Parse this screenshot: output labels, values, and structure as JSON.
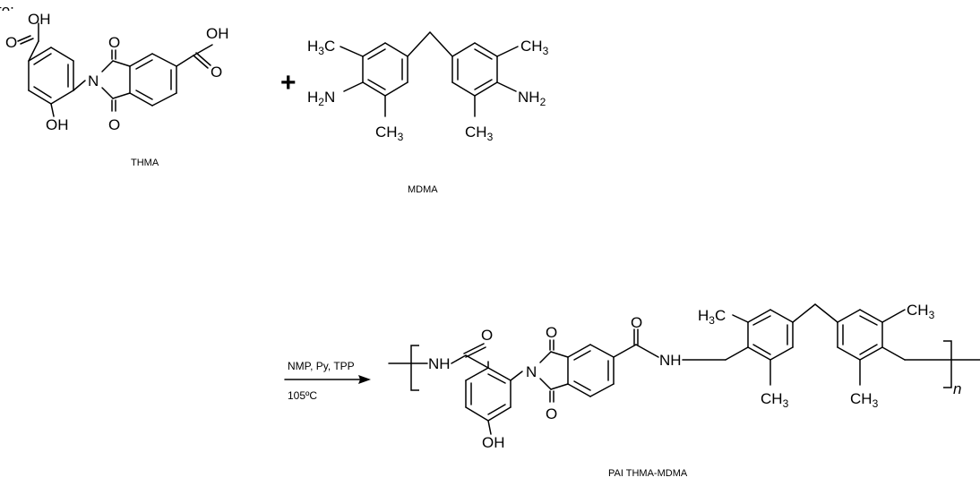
{
  "header_fragment": "to:",
  "reactants": {
    "thma": {
      "name": "THMA",
      "atoms": {
        "top_oh": "OH",
        "top_o": "O",
        "imide_o_top": "O",
        "n": "N",
        "right_oh": "OH",
        "right_o": "O",
        "phenol_oh": "OH",
        "imide_o_bottom": "O"
      }
    },
    "plus": "+",
    "mdma": {
      "name": "MDMA",
      "atoms": {
        "h3c": "H",
        "h3c_sub": "3",
        "h3c_c": "C",
        "ch3_right": "CH",
        "ch3_right_sub": "3",
        "h2n": "H",
        "h2n_sub": "2",
        "h2n_n": "N",
        "nh2": "NH",
        "nh2_sub": "2",
        "ch3_left_bottom": "CH",
        "ch3_left_bottom_sub": "3",
        "ch3_right_bottom": "CH",
        "ch3_right_bottom_sub": "3"
      }
    }
  },
  "conditions": {
    "reagents": "NMP, Py, TPP",
    "temperature": "105ºC"
  },
  "product": {
    "name": "PAI THMA-MDMA",
    "repeat": "n",
    "atoms": {
      "nh_left": "NH",
      "carbonyl_o_left": "O",
      "imide_o_top": "O",
      "n": "N",
      "oh": "OH",
      "imide_o_bottom": "O",
      "carbonyl_o_right": "O",
      "nh_right": "NH",
      "h3c": "H",
      "h3c_sub": "3",
      "h3c_c": "C",
      "ch3_top_right": "CH",
      "ch3_top_right_sub": "3",
      "ch3_bottom_mid": "CH",
      "ch3_bottom_mid_sub": "3",
      "ch3_bottom_right": "CH",
      "ch3_bottom_right_sub": "3"
    }
  }
}
